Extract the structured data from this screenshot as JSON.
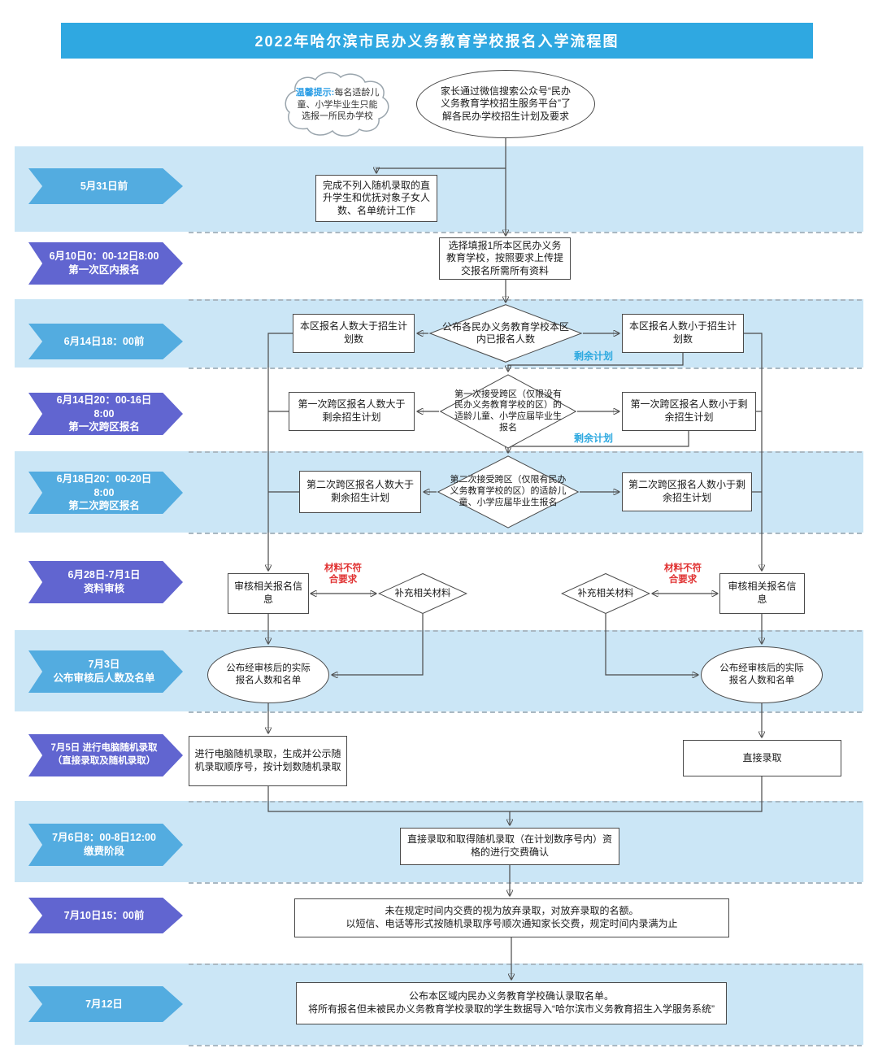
{
  "title": "2022年哈尔滨市民办义务教育学校报名入学流程图",
  "top": {
    "tip_prefix": "温馨提示:",
    "tip_text": "每名适龄儿童、小学毕业生只能选报一所民办学校",
    "wechat_note": "家长通过微信搜索公众号“民办义务教育学校招生服务平台”了解各民办学校招生计划及要求"
  },
  "timeline": [
    {
      "label": "5月31日前",
      "color": "blue"
    },
    {
      "label": "6月10日0：00-12日8:00\n第一次区内报名",
      "color": "purple"
    },
    {
      "label": "6月14日18：00前",
      "color": "blue"
    },
    {
      "label": "6月14日20：00-16日8:00\n第一次跨区报名",
      "color": "purple"
    },
    {
      "label": "6月18日20：00-20日8:00\n第二次跨区报名",
      "color": "blue"
    },
    {
      "label": "6月28日-7月1日\n资料审核",
      "color": "purple"
    },
    {
      "label": "7月3日\n公布审核后人数及名单",
      "color": "blue"
    },
    {
      "label": "7月5日 进行电脑随机录取\n（直接录取及随机录取）",
      "color": "purple"
    },
    {
      "label": "7月6日8：00-8日12:00\n缴费阶段",
      "color": "blue"
    },
    {
      "label": "7月10日15：00前",
      "color": "purple"
    },
    {
      "label": "7月12日",
      "color": "blue"
    }
  ],
  "nodes": {
    "stat_work": "完成不列入随机录取的直升学生和优抚对象子女人数、名单统计工作",
    "first_apply": "选择填报1所本区民办义务教育学校，按照要求上传提交报名所需所有资料",
    "publish_counts": "公布各民办义务教育学校本区内已报名人数",
    "district_gt": "本区报名人数大于招生计划数",
    "district_lt": "本区报名人数小于招生计划数",
    "cross1_accept": "第一次接受跨区（仅限没有民办义务教育学校的区）的适龄儿童、小学应届毕业生报名",
    "cross1_gt": "第一次跨区报名人数大于剩余招生计划",
    "cross1_lt": "第一次跨区报名人数小于剩余招生计划",
    "cross2_accept": "第二次接受跨区（仅限有民办义务教育学校的区）的适龄儿童、小学应届毕业生报名",
    "cross2_gt": "第二次跨区报名人数大于剩余招生计划",
    "cross2_lt": "第二次跨区报名人数小于剩余招生计划",
    "review_left": "审核相关报名信息",
    "supplement_left": "补充相关材料",
    "supplement_right": "补充相关材料",
    "review_right": "审核相关报名信息",
    "publish_final_left": "公布经审核后的实际报名人数和名单",
    "publish_final_right": "公布经审核后的实际报名人数和名单",
    "lottery": "进行电脑随机录取，生成并公示随机录取顺序号，按计划数随机录取",
    "direct_admit": "直接录取",
    "pay_confirm": "直接录取和取得随机录取（在计划数序号内）资格的进行交费确认",
    "pay_deadline": "未在规定时间内交费的视为放弃录取，对放弃录取的名额。\n以短信、电话等形式按随机录取序号顺次通知家长交费，规定时间内录满为止",
    "final_publish": "公布本区域内民办义务教育学校确认录取名单。\n将所有报名但未被民办义务教育学校录取的学生数据导入“哈尔滨市义务教育招生入学服务系统”"
  },
  "labels": {
    "remaining1": "剩余计划",
    "remaining2": "剩余计划",
    "mismatch_left": "材料不符\n合要求",
    "mismatch_right": "材料不符\n合要求"
  },
  "colors": {
    "accent_blue": "#2fa8e1",
    "band_blue": "#cbe6f6",
    "arrow_blue": "#53ace0",
    "arrow_purple": "#6165d0",
    "alert_red": "#e03131",
    "label_blue": "#2ea9e0"
  }
}
